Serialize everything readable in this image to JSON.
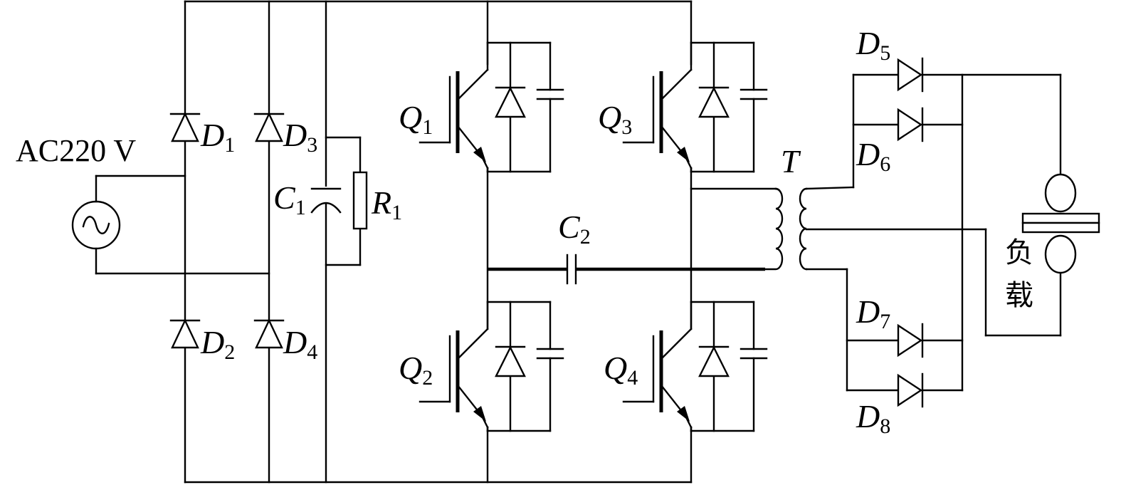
{
  "source": {
    "label": "AC220 V",
    "icon": "ac-source-icon"
  },
  "rectifier": {
    "diodes": [
      {
        "base": "D",
        "sub": "1"
      },
      {
        "base": "D",
        "sub": "2"
      },
      {
        "base": "D",
        "sub": "3"
      },
      {
        "base": "D",
        "sub": "4"
      }
    ]
  },
  "dc_link": {
    "capacitor": {
      "base": "C",
      "sub": "1"
    },
    "resistor": {
      "base": "R",
      "sub": "1"
    }
  },
  "inverter": {
    "switches": [
      {
        "base": "Q",
        "sub": "1"
      },
      {
        "base": "Q",
        "sub": "2"
      },
      {
        "base": "Q",
        "sub": "3"
      },
      {
        "base": "Q",
        "sub": "4"
      }
    ],
    "series_capacitor": {
      "base": "C",
      "sub": "2"
    }
  },
  "transformer": {
    "label": "T"
  },
  "output_rectifier": {
    "diodes": [
      {
        "base": "D",
        "sub": "5"
      },
      {
        "base": "D",
        "sub": "6"
      },
      {
        "base": "D",
        "sub": "7"
      },
      {
        "base": "D",
        "sub": "8"
      }
    ]
  },
  "load": {
    "line1": "负",
    "line2": "载"
  }
}
